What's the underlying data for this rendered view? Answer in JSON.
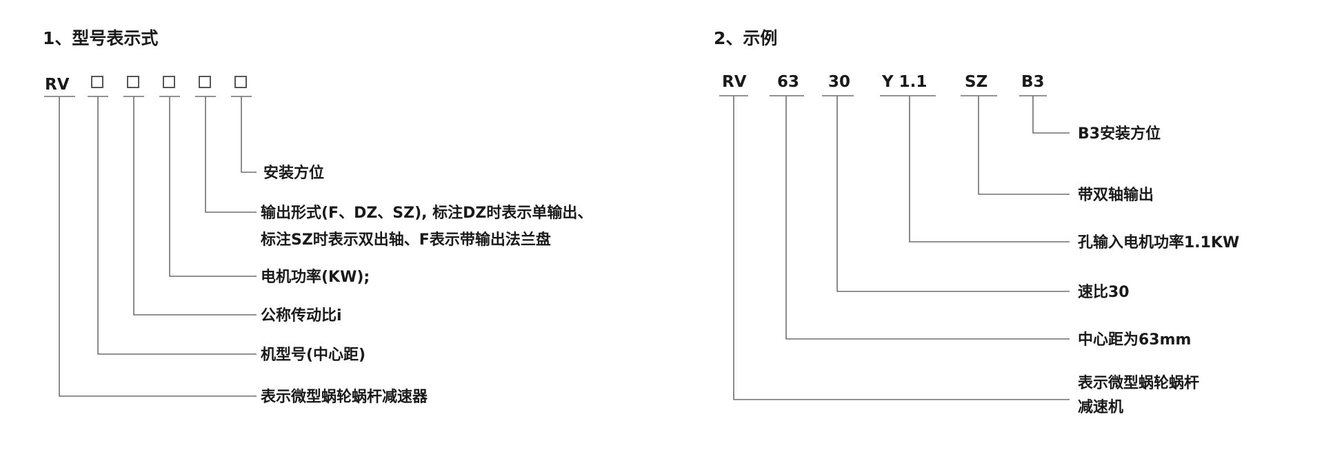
{
  "left": {
    "title": "1、型号表示式",
    "prefix": "RV",
    "labels": {
      "mounting": "安装方位",
      "output_form_1": "输出形式(F、DZ、SZ), 标注DZ时表示单输出、",
      "output_form_2": "标注SZ时表示双出轴、F表示带输出法兰盘",
      "motor_power": "电机功率(KW);",
      "ratio": "公称传动比i",
      "frame_size": "机型号(中心距)",
      "series": "表示微型蜗轮蜗杆减速器"
    }
  },
  "right": {
    "title": "2、示例",
    "codes": {
      "rv": "RV",
      "size": "63",
      "ratio": "30",
      "power": "Y 1.1",
      "shaft": "SZ",
      "mount": "B3"
    },
    "labels": {
      "mount": "B3安装方位",
      "shaft": "带双轴输出",
      "power": "孔输入电机功率1.1KW",
      "ratio": "速比30",
      "size": "中心距为63mm",
      "series_1": "表示微型蜗轮蜗杆",
      "series_2": "减速机"
    }
  }
}
